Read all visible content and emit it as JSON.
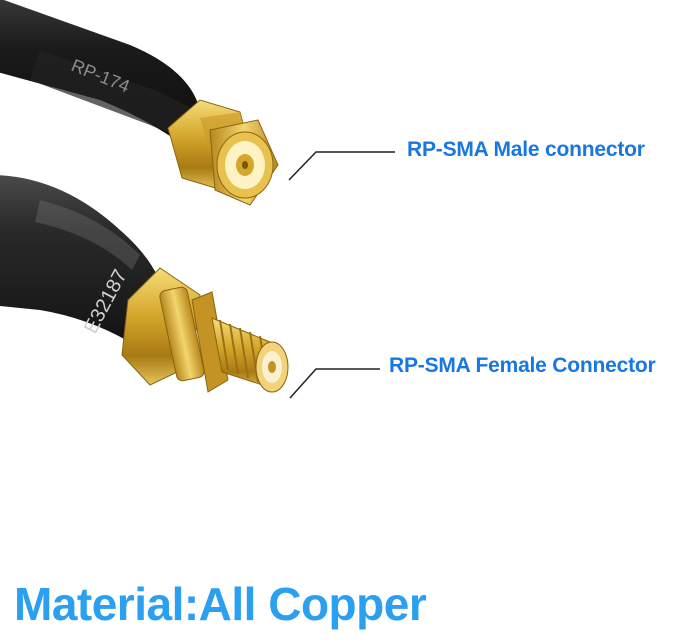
{
  "labels": {
    "male_connector": "RP-SMA Male connector",
    "female_connector": "RP-SMA Female Connector",
    "material": "Material:All Copper"
  },
  "cable_print": {
    "top": "RP-174",
    "bottom": "E32187"
  },
  "colors": {
    "label_blue": "#1877e0",
    "material_blue": "#2b9ff0",
    "cable_black": "#1c1c1c",
    "gold": "#d4a72c"
  }
}
